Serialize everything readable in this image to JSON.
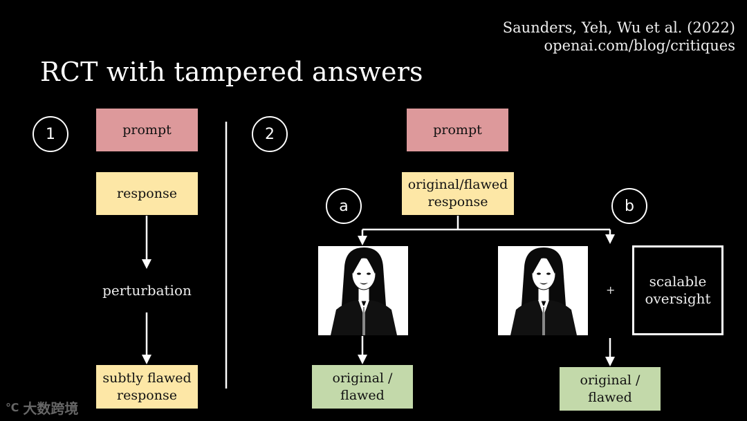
{
  "citation": {
    "line1": "Saunders, Yeh, Wu et al. (2022)",
    "line2": "openai.com/blog/critiques"
  },
  "title": "RCT with tampered answers",
  "left": {
    "step": "1",
    "prompt": "prompt",
    "response": "response",
    "perturbation": "perturbation",
    "result_line1": "subtly flawed",
    "result_line2": "response"
  },
  "right": {
    "step": "2",
    "prompt": "prompt",
    "response_line1": "original/flawed",
    "response_line2": "response",
    "branch_a": {
      "label": "a",
      "result_line1": "original /",
      "result_line2": "flawed"
    },
    "branch_b": {
      "label": "b",
      "plus": "+",
      "oversight_line1": "scalable",
      "oversight_line2": "oversight",
      "result_line1": "original /",
      "result_line2": "flawed"
    }
  },
  "watermark": "大数跨境",
  "colors": {
    "prompt": "#dd999b",
    "response": "#fde7a6",
    "result": "#c3d9aa",
    "background": "#000000"
  }
}
